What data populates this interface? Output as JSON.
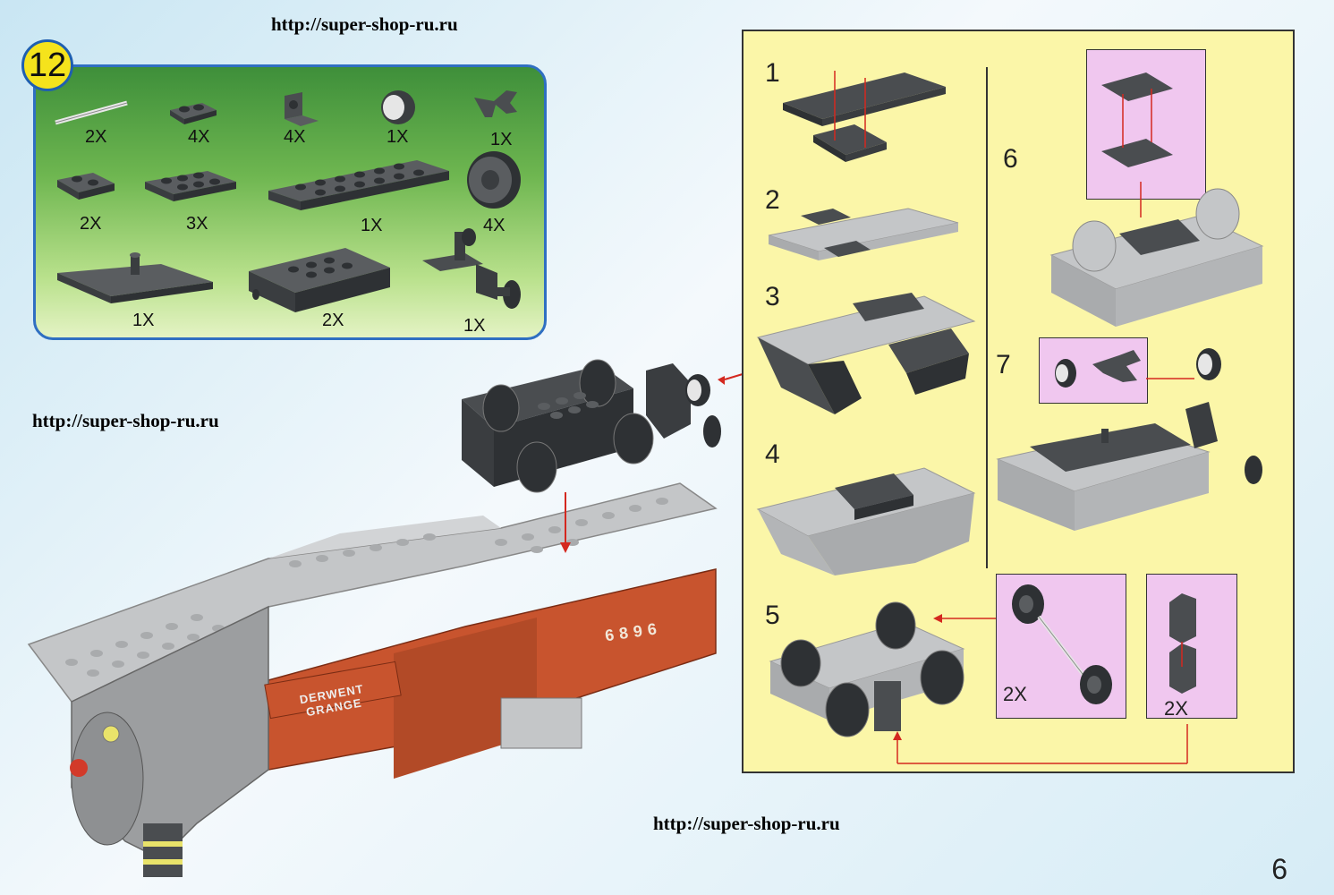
{
  "watermarks": {
    "top": "http://super-shop-ru.ru",
    "middle": "http://super-shop-ru.ru",
    "bottom": "http://super-shop-ru.ru"
  },
  "step_number": "12",
  "parts": [
    {
      "name": "axle-rod",
      "qty": "2X"
    },
    {
      "name": "plate-1x2",
      "qty": "4X"
    },
    {
      "name": "bracket-1x2",
      "qty": "4X"
    },
    {
      "name": "wheel-hub",
      "qty": "1X"
    },
    {
      "name": "coupling-fork",
      "qty": "1X"
    },
    {
      "name": "plate-2x2",
      "qty": "2X"
    },
    {
      "name": "plate-2x4",
      "qty": "3X"
    },
    {
      "name": "plate-2x8",
      "qty": "1X"
    },
    {
      "name": "train-wheel",
      "qty": "4X"
    },
    {
      "name": "tile-base-with-pin",
      "qty": "1X"
    },
    {
      "name": "bogie-frame",
      "qty": "2X"
    },
    {
      "name": "coupler-assembly",
      "qty": "1X"
    }
  ],
  "assembly_steps": [
    "1",
    "2",
    "3",
    "4",
    "5",
    "6",
    "7"
  ],
  "sub_assembly_qty": {
    "wheelset": "2X",
    "bracket_pair": "2X"
  },
  "locomotive_nameplate": "DERWENT GRANGE",
  "locomotive_number": "6896",
  "page_number": "6",
  "colors": {
    "dark_grey": "#4a4d50",
    "light_grey": "#c4c6c8",
    "arrow_red": "#d4281f",
    "loco_red": "#c8542e",
    "panel_yellow": "#fbf6a8",
    "subassembly_pink": "#f0c7ef",
    "parts_border_blue": "#2f6fc2"
  }
}
